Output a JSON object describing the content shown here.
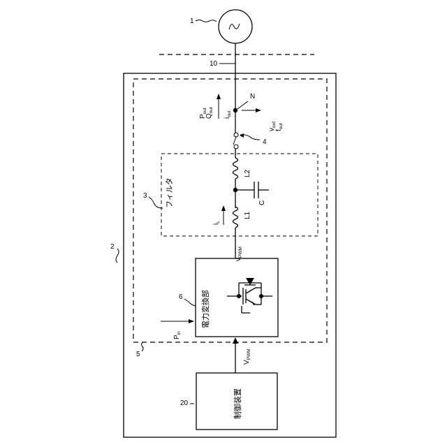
{
  "diagram": {
    "ref_source": "1",
    "ref_line": "10",
    "ref_device": "2",
    "ref_filter_block": "3",
    "ref_switch": "4",
    "ref_dashed_block": "5",
    "ref_converter": "6",
    "ref_controller": "20",
    "filter_label": "フィルタ",
    "converter_label": "電力変換部",
    "controller_label": "制御装置",
    "node_label": "N",
    "capacitor_label": "C",
    "inductor1_label": "L1",
    "inductor2_label": "L2",
    "current_il": "i",
    "current_il_sub": "L",
    "vpwm_top": "v",
    "vpwm_top_sub": "PWM",
    "vpwm_bottom": "V",
    "vpwm_bottom_sub": "PWM",
    "pin": "P",
    "pin_sub": "in",
    "pout": "P",
    "pout_sub": "out",
    "qout": "Q",
    "qout_sub": "out",
    "iout": "i",
    "iout_sub": "out",
    "vout": "v",
    "vout_sub": "out",
    "fout": "f",
    "fout_sub": "out"
  }
}
